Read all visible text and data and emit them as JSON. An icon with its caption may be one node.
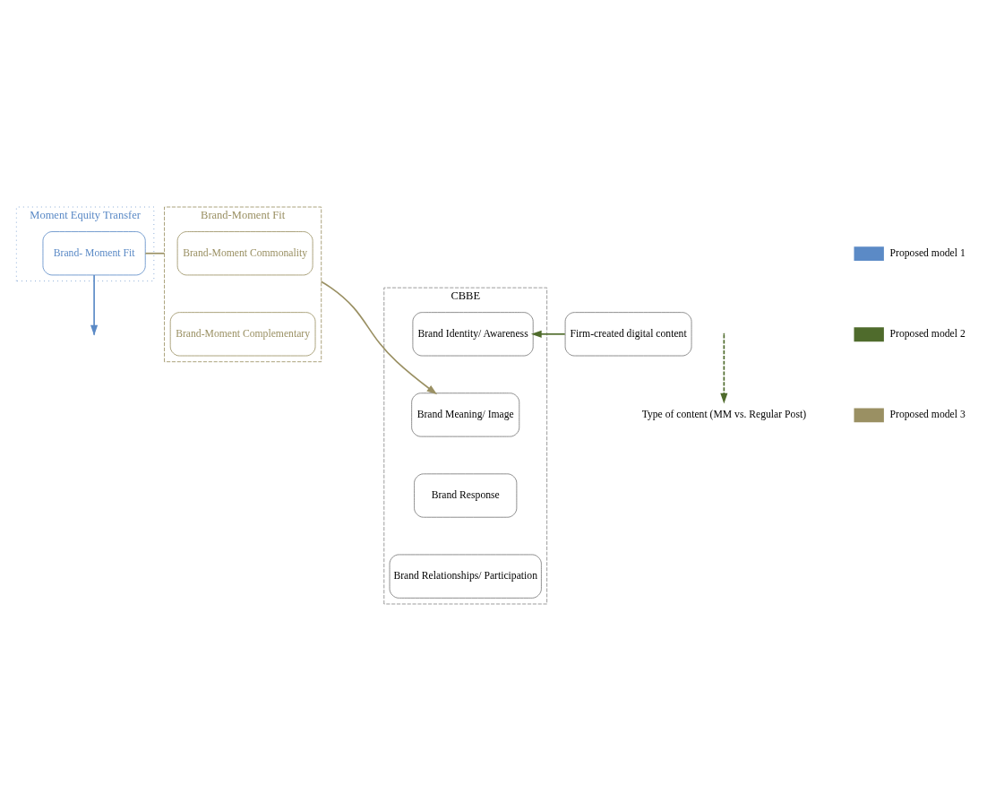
{
  "diagram": {
    "nodes": [
      {
        "text": [
          "Moment Equity Transfer"
        ]
      },
      {
        "text": [
          "Brand- Moment Fit"
        ],
        "in": 0
      },
      {
        "text": [
          "Brand-Moment Fit"
        ]
      },
      {
        "text": [
          "Brand-Moment Commonality"
        ],
        "in": 2
      },
      {
        "text": [
          "Brand-Moment Complementary"
        ],
        "in": 2
      },
      {
        "text": [
          "Firm-created digital content"
        ]
      },
      {
        "text": [
          "CBBE"
        ]
      },
      {
        "text": [
          "Brand Identity/ Awareness"
        ],
        "in": 6
      },
      {
        "text": [
          "Brand Meaning/ Image"
        ],
        "in": 6
      },
      {
        "text": [
          "Brand Response"
        ],
        "in": 6
      },
      {
        "text": [
          "Brand Relationships/ Participation"
        ],
        "in": 6
      },
      {
        "text": [
          "Type of content (MM vs. Regular Post)"
        ]
      }
    ],
    "edges": [
      {
        "from": 1,
        "to": 2,
        "arrow": "none",
        "color": "#9a9063"
      },
      {
        "from": 2,
        "to": 8,
        "arrow": "to",
        "color": "#9a9063"
      },
      {
        "from": 1,
        "to": null,
        "arrow": "to",
        "color": "#5b8ac6"
      },
      {
        "from": 5,
        "to": 7,
        "arrow": "to",
        "color": "#4f6b2c"
      },
      {
        "from": null,
        "to": 11,
        "arrow": "to",
        "style": "dashed",
        "color": "#4f6b2c"
      }
    ],
    "legend": [
      {
        "text": "Proposed model 1",
        "color": "#5b8ac6"
      },
      {
        "text": "Proposed model 2",
        "color": "#4f6b2c"
      },
      {
        "text": "Proposed model 3",
        "color": "#9a9063"
      }
    ]
  }
}
